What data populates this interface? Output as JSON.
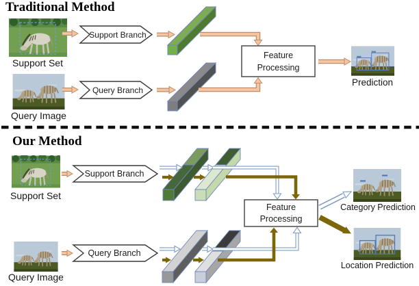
{
  "traditional": {
    "title": "Traditional Method",
    "support_set_label": "Support Set",
    "query_image_label": "Query Image",
    "support_branch_label": "Support Branch",
    "query_branch_label": "Query Branch",
    "feature_processing": {
      "line1": "Feature",
      "line2": "Processing"
    },
    "prediction_label": "Prediction"
  },
  "our": {
    "title": "Our Method",
    "support_set_label": "Support Set",
    "query_image_label": "Query Image",
    "support_branch_label": "Support Branch",
    "query_branch_label": "Query Branch",
    "feature_processing": {
      "line1": "Feature",
      "line2": "Processing"
    },
    "category_prediction_label": "Category Prediction",
    "location_prediction_label": "Location Prediction"
  },
  "colors": {
    "salmon_arrow_fill": "#F6C49F",
    "salmon_arrow_outline": "#B98D6D",
    "olive_arrow": "#7D6608",
    "hollow_arrow_outline": "#7E9CC0",
    "bar_outline": "#7088B8",
    "green_bar_face": "#7EAC52",
    "green_bar_side": "#4E7A2E",
    "dark_green_bar": "#3E5A31",
    "light_green_bar": "#C3D8AB",
    "gray_bar_face": "#8A8A8A",
    "dark_gray_bar": "#5E5E5E",
    "light_gray_bar": "#A6A6A6",
    "bounding_box_blue": "#4E76B4",
    "divider": "#0F0F0F"
  }
}
